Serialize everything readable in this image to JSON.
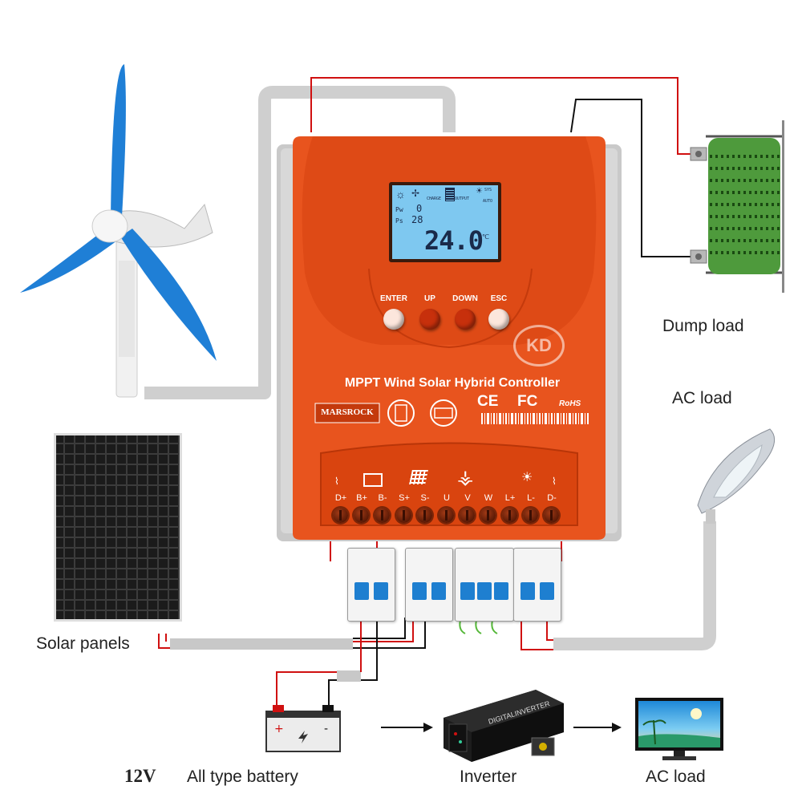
{
  "controller": {
    "title": "MPPT Wind Solar Hybrid Controller",
    "brand": "MARSROCK",
    "lcd": {
      "reading": "24.0",
      "unit": "℃",
      "pw_label": "Pw",
      "ps_label": "Ps",
      "pw_value": "0",
      "ps_value": "28",
      "charge_label": "CHARGE",
      "output_label": "OUTPUT",
      "sys_label": "SYS",
      "auto_label": "AUTO"
    },
    "buttons": [
      "ENTER",
      "UP",
      "DOWN",
      "ESC"
    ],
    "terminals": [
      "D+",
      "B+",
      "B-",
      "S+",
      "S-",
      "U",
      "V",
      "W",
      "L+",
      "L-",
      "D-"
    ],
    "cert_ce": "CE",
    "cert_fc": "FC",
    "cert_rohs": "RoHS"
  },
  "labels": {
    "dump_load": "Dump load",
    "ac_load_top": "AC load",
    "solar_panels": "Solar panels",
    "voltage": "12V",
    "battery": "All type battery",
    "inverter": "Inverter",
    "ac_load_bottom": "AC load",
    "inverter_brand": "DIGITALINVERTER"
  },
  "colors": {
    "controller": "#e8541e",
    "wire_red": "#d01010",
    "wire_black": "#111111",
    "cable_gray": "#c8c8c8",
    "lcd": "#7ec8f0",
    "blade": "#1f7fd6",
    "resistor": "#4e9a3c"
  }
}
